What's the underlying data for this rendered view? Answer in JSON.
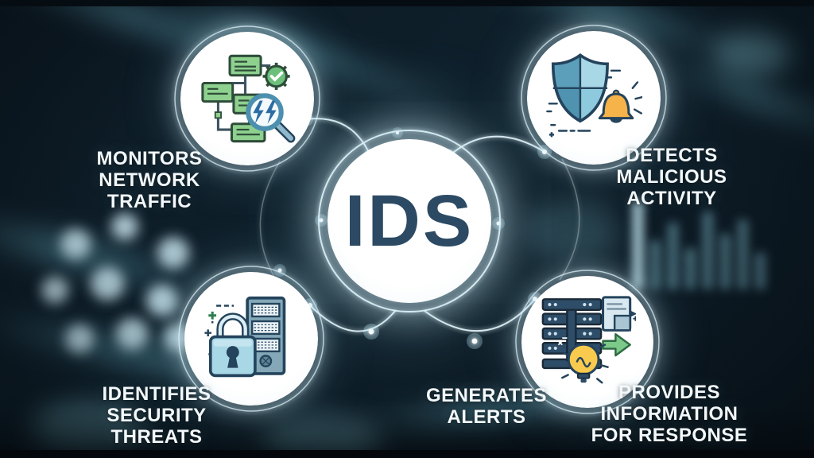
{
  "center": {
    "label": "IDS"
  },
  "labels": {
    "monitors": [
      "MONITORS",
      "NETWORK",
      "TRAFFIC"
    ],
    "detects": [
      "DETECTS",
      "MALICIOUS",
      "ACTIVITY"
    ],
    "identifies": [
      "IDENTIFIES",
      "SECURITY",
      "THREATS"
    ],
    "generates": [
      "GENERATES",
      "ALERTS"
    ],
    "provides": [
      "PROVIDES",
      "INFORMATION",
      "FOR RESPONSE"
    ]
  },
  "icons": {
    "top_left": "flowchart-magnifier-icon",
    "top_right": "shield-bell-icon",
    "bottom_left": "padlock-server-icon",
    "bottom_right": "server-lightbulb-arrow-icon"
  },
  "colors": {
    "background": "#0d1a24",
    "glow": "#bfe6f2",
    "connector": "#eaf6fb",
    "center_text": "#2c4a63",
    "label_text": "#f3f8fb",
    "icon_green": "#8ed08e",
    "icon_teal": "#5b9fba",
    "icon_light_blue": "#a8d8e6",
    "icon_orange": "#f5b34a",
    "icon_yellow": "#f8ca4d",
    "icon_navy": "#2e4d68",
    "icon_outline": "#24435c"
  }
}
